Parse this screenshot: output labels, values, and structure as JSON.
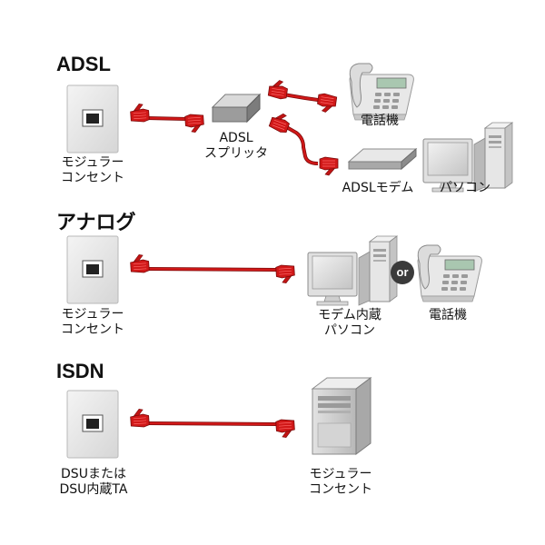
{
  "sections": {
    "adsl": {
      "title": "ADSL",
      "outlet_label": [
        "モジュラー",
        "コンセント"
      ],
      "splitter_label": [
        "ADSL",
        "スプリッタ"
      ],
      "phone_label": "電話機",
      "modem_label": "ADSLモデム",
      "pc_label": "パソコン"
    },
    "analog": {
      "title": "アナログ",
      "outlet_label": [
        "モジュラー",
        "コンセント"
      ],
      "pc_label": [
        "モデム内蔵",
        "パソコン"
      ],
      "or_text": "or",
      "phone_label": "電話機"
    },
    "isdn": {
      "title": "ISDN",
      "dsu_label": [
        "DSUまたは",
        "DSU内蔵TA"
      ],
      "tower_label": [
        "モジュラー",
        "コンセント"
      ]
    }
  },
  "colors": {
    "cable": "#d01818",
    "cable_dark": "#8a0a0a",
    "plate": "#e6e6e6",
    "device_gray": "#c8c8c8"
  }
}
